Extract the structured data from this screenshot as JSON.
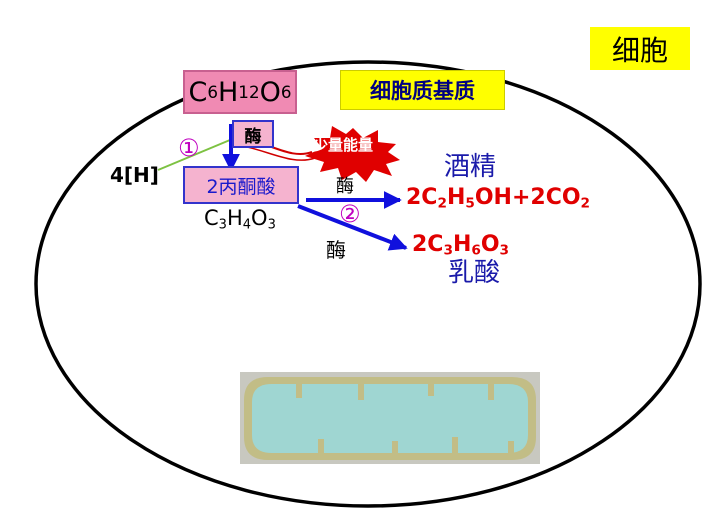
{
  "labels": {
    "cell": "细胞",
    "cytoplasm_matrix": "细胞质基质",
    "glucose": {
      "c": "C",
      "c_n": "6",
      "h": "H",
      "h_n": "12",
      "o": "O",
      "o_n": "6"
    },
    "enzyme_box": "酶",
    "pyruvate": "2丙酮酸",
    "pyruvate_formula": {
      "c": "C",
      "c_n": "3",
      "h": "H",
      "h_n": "4",
      "o": "O",
      "o_n": "3"
    },
    "hydrogen": "4[H]",
    "step_1": "①",
    "step_2": "②",
    "energy": "少量能量",
    "enzyme_alcohol": "酶",
    "enzyme_lactic": "酶",
    "alcohol_name": "酒精",
    "alcohol_products": {
      "a": "2C",
      "a_n": "2",
      "b": "H",
      "b_n": "5",
      "c": "OH+2CO",
      "c_n": "2"
    },
    "lactic_formula": {
      "a": "2C",
      "a_n": "3",
      "b": "H",
      "b_n": "6",
      "c": "O",
      "c_n": "3"
    },
    "lactic_name": "乳酸"
  },
  "colors": {
    "arrow": "#1010dd",
    "energy_burst": "#e00000",
    "mitochondrion_fill": "#9fd6d2",
    "mitochondrion_membrane": "#b5b07a",
    "highlight": "#ffff00"
  }
}
